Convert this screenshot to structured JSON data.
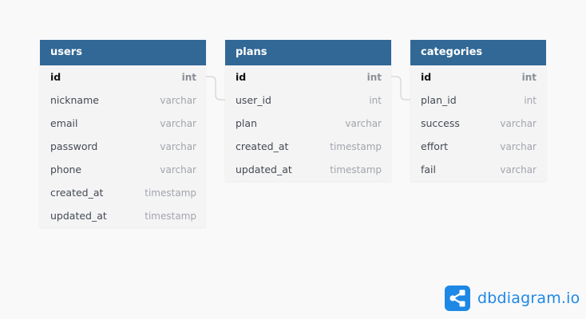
{
  "tables": [
    {
      "name": "users",
      "fields": [
        {
          "name": "id",
          "type": "int",
          "pk": true
        },
        {
          "name": "nickname",
          "type": "varchar"
        },
        {
          "name": "email",
          "type": "varchar"
        },
        {
          "name": "password",
          "type": "varchar"
        },
        {
          "name": "phone",
          "type": "varchar"
        },
        {
          "name": "created_at",
          "type": "timestamp"
        },
        {
          "name": "updated_at",
          "type": "timestamp"
        }
      ]
    },
    {
      "name": "plans",
      "fields": [
        {
          "name": "id",
          "type": "int",
          "pk": true
        },
        {
          "name": "user_id",
          "type": "int"
        },
        {
          "name": "plan",
          "type": "varchar"
        },
        {
          "name": "created_at",
          "type": "timestamp"
        },
        {
          "name": "updated_at",
          "type": "timestamp"
        }
      ]
    },
    {
      "name": "categories",
      "fields": [
        {
          "name": "id",
          "type": "int",
          "pk": true
        },
        {
          "name": "plan_id",
          "type": "int"
        },
        {
          "name": "success",
          "type": "varchar"
        },
        {
          "name": "effort",
          "type": "varchar"
        },
        {
          "name": "fail",
          "type": "varchar"
        }
      ]
    }
  ],
  "relations": [
    {
      "from": "users.id",
      "to": "plans.user_id"
    },
    {
      "from": "plans.id",
      "to": "categories.plan_id"
    }
  ],
  "brand": {
    "text": "dbdiagram.io",
    "icon": "share-nodes-icon"
  },
  "colors": {
    "header": "#316896",
    "background": "#f9f9fa",
    "table_body": "#f4f4f5",
    "brand": "#1e88e5",
    "connector": "#c9ccd0"
  }
}
